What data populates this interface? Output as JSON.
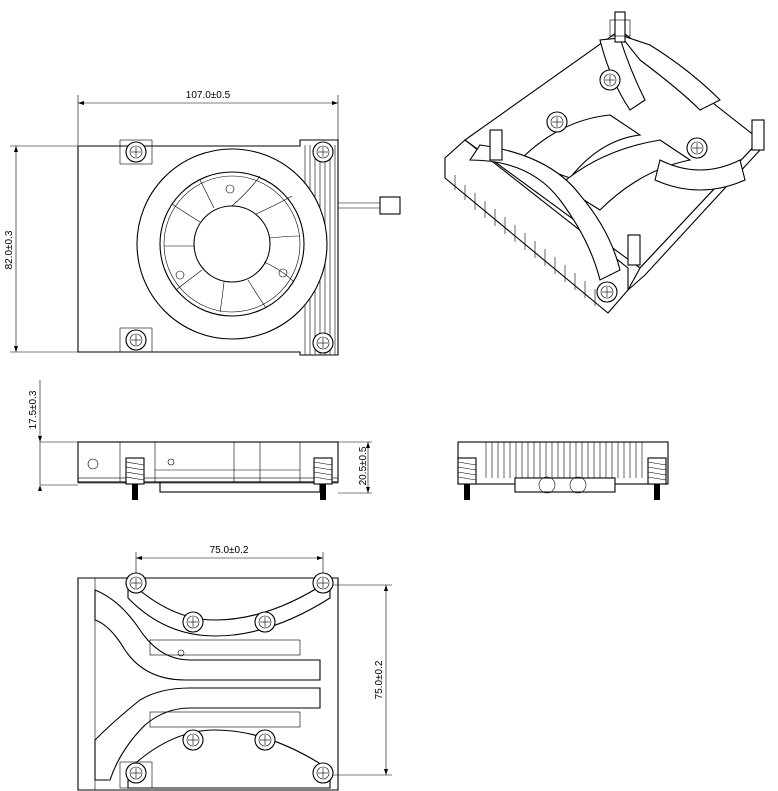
{
  "dimensions": {
    "top_width": "107.0±0.5",
    "top_height": "82.0±0.3",
    "side_height": "17.5±0.3",
    "side_total": "20.5±0.5",
    "bottom_width": "75.0±0.2",
    "bottom_height": "75.0±0.2"
  },
  "colors": {
    "line": "#000000",
    "background": "#ffffff"
  }
}
